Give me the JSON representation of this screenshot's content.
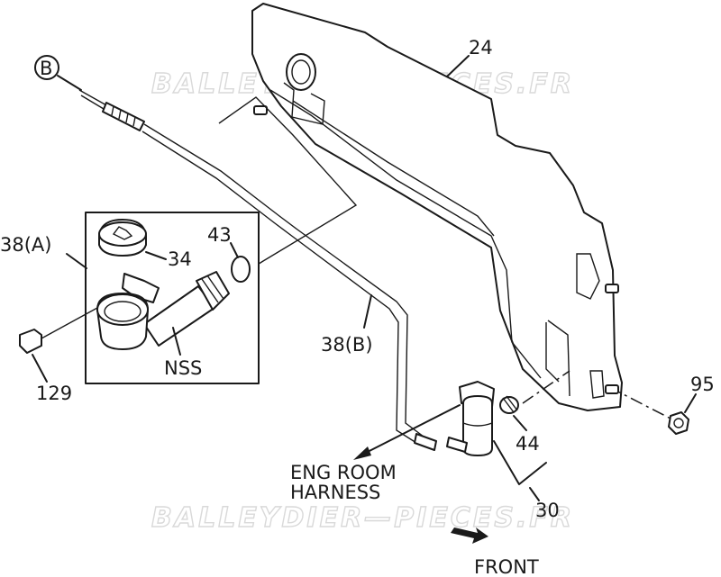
{
  "watermark": "BALLEYDIER—PIECES.FR",
  "callouts": {
    "ref_b": "B",
    "p24": "24",
    "p43": "43",
    "p38a": "38(A)",
    "p34": "34",
    "nss": "NSS",
    "p129": "129",
    "p38b": "38(B)",
    "p95": "95",
    "p44": "44",
    "p30": "30",
    "eng_room_line1": "ENG ROOM",
    "eng_room_line2": "HARNESS",
    "front": "FRONT"
  }
}
